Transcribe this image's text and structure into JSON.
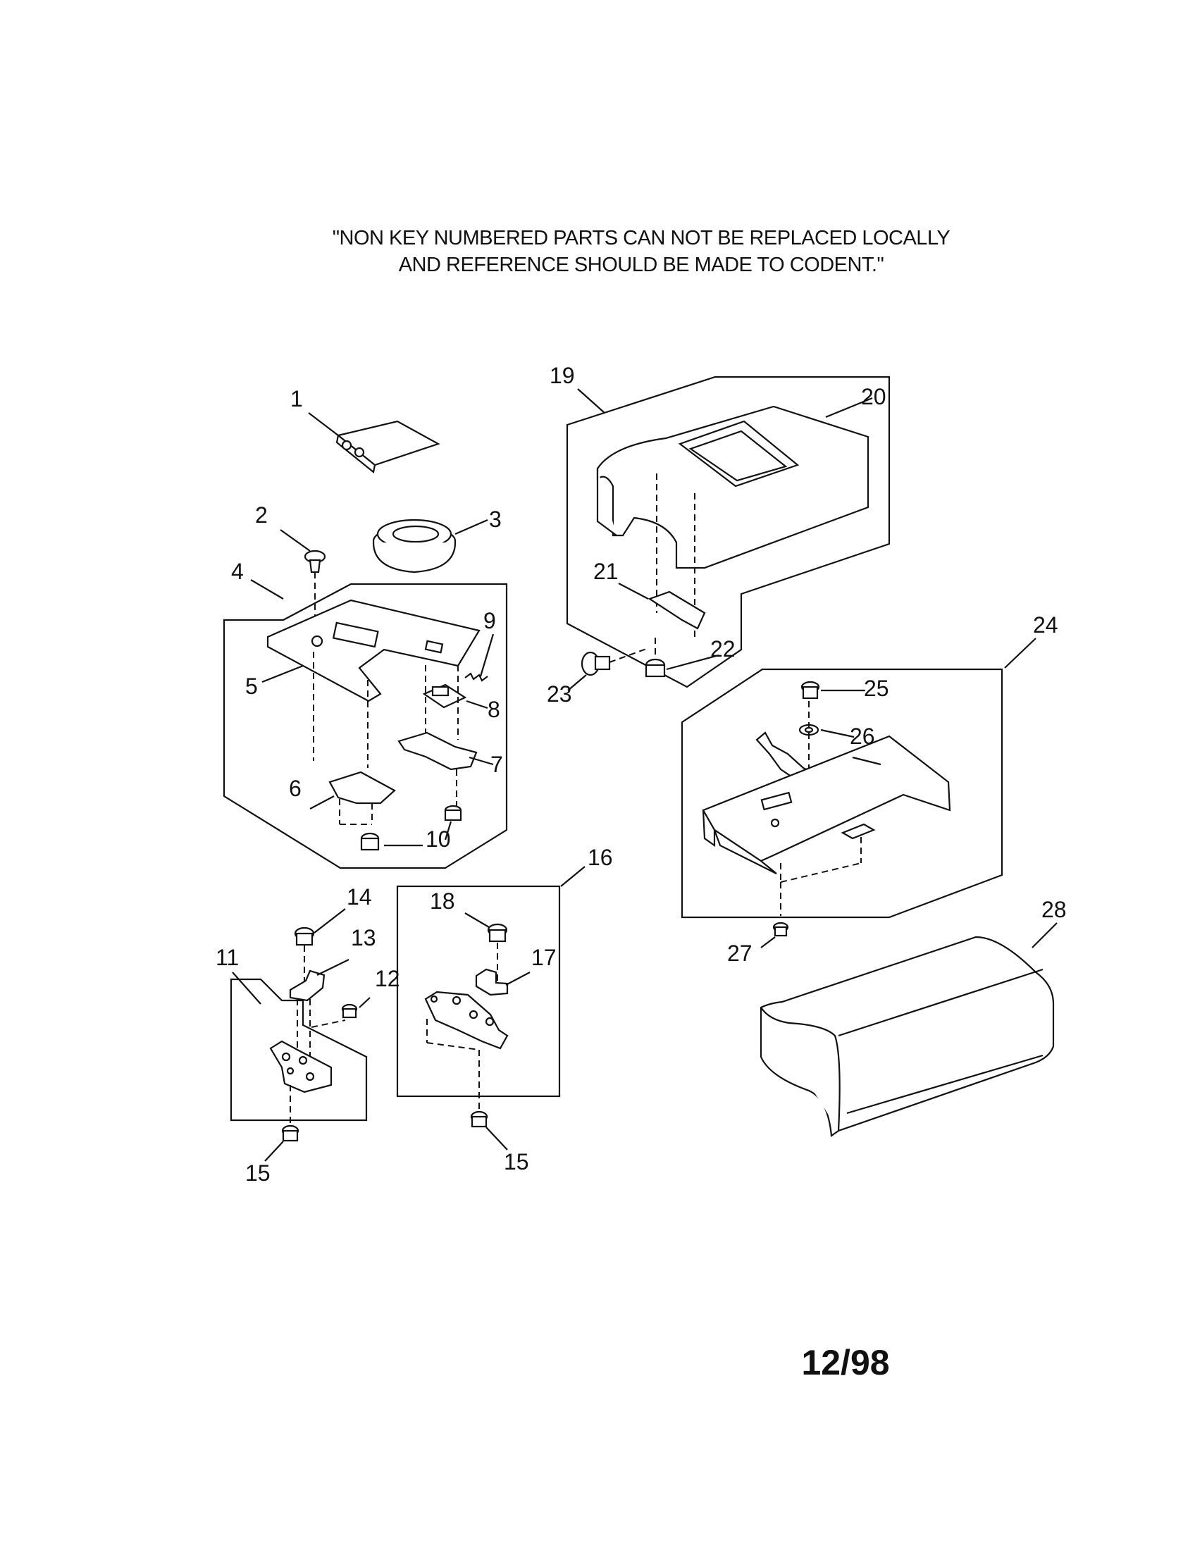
{
  "note": {
    "line1": "\"NON KEY NUMBERED PARTS CAN NOT BE REPLACED LOCALLY",
    "line2": "AND REFERENCE SHOULD BE MADE TO CODENT.\""
  },
  "date": "12/98",
  "callouts": [
    "1",
    "2",
    "3",
    "4",
    "5",
    "6",
    "7",
    "8",
    "9",
    "10",
    "11",
    "12",
    "13",
    "14",
    "15",
    "16",
    "17",
    "18",
    "19",
    "20",
    "21",
    "22",
    "23",
    "24",
    "25",
    "26",
    "27",
    "28"
  ]
}
